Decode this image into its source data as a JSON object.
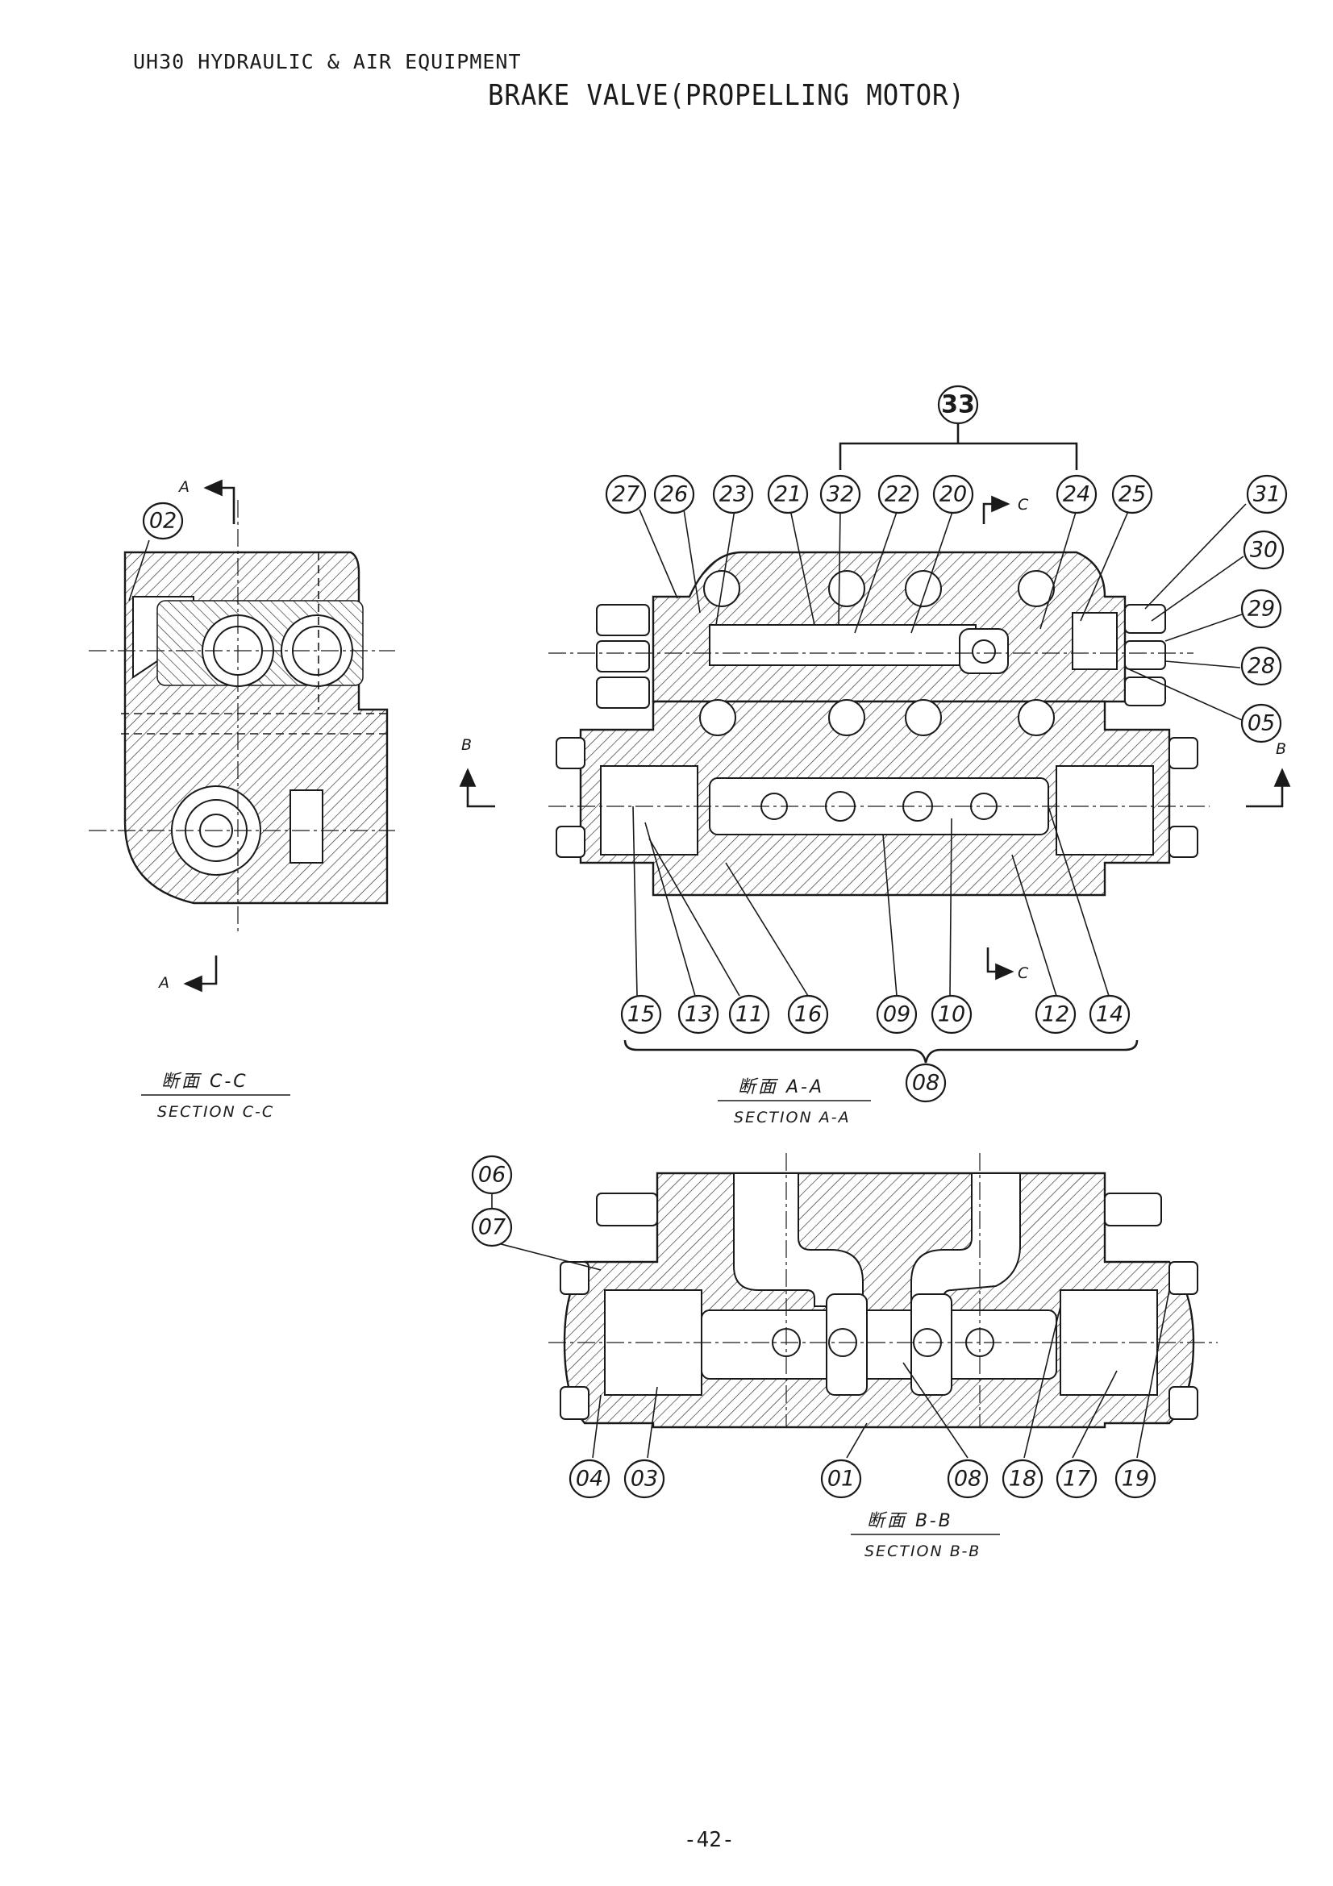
{
  "header": {
    "doc_title": "UH30 HYDRAULIC & AIR EQUIPMENT",
    "drawing_title": "BRAKE VALVE(PROPELLING MOTOR)"
  },
  "sections": {
    "cc": {
      "jp": "断面 C-C",
      "en": "SECTION C-C"
    },
    "aa": {
      "jp": "断面 A-A",
      "en": "SECTION A-A"
    },
    "bb": {
      "jp": "断面 B-B",
      "en": "SECTION B-B"
    }
  },
  "cut_markers": {
    "a_top": "A",
    "a_bottom": "A",
    "b_left": "B",
    "b_right": "B",
    "c_top": "C",
    "c_bottom": "C"
  },
  "callouts": {
    "top_row": [
      "27",
      "26",
      "23",
      "21",
      "32",
      "22",
      "20",
      "24",
      "25"
    ],
    "group_top": "33",
    "right_col": [
      "31",
      "30",
      "29",
      "28",
      "05"
    ],
    "bottom_row": [
      "15",
      "13",
      "11",
      "16",
      "09",
      "10",
      "12",
      "14"
    ],
    "group_bottom": "08",
    "cc_part": "02",
    "bb_left": [
      "06",
      "07"
    ],
    "bb_bottom": [
      "04",
      "03",
      "01",
      "08",
      "18",
      "17",
      "19"
    ]
  },
  "page_number": "-42-"
}
